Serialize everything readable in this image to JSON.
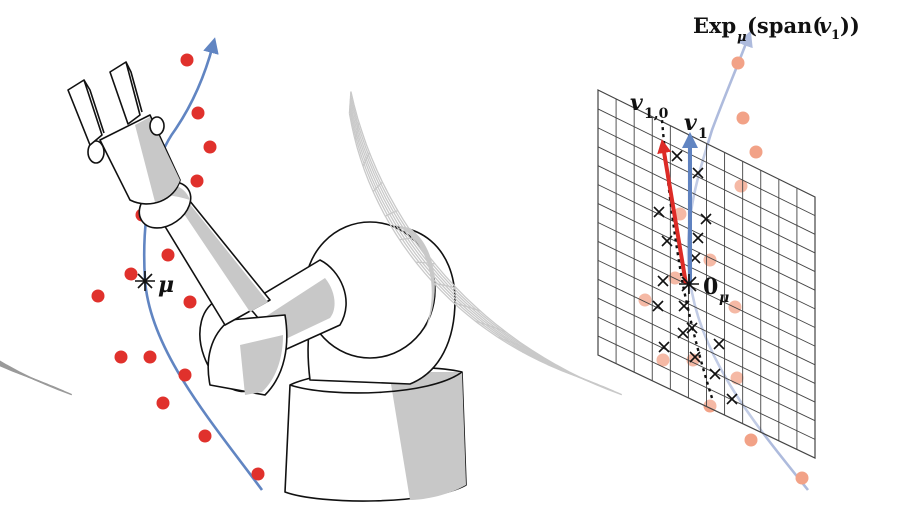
{
  "left_panel": {
    "mean_label": "μ",
    "point_color": "#e0312c",
    "geodesic_color": "#6185c2",
    "grid_color": "#9a9a9a"
  },
  "right_panel": {
    "geodesic_label": "Exp",
    "geodesic_label_sub": "μ",
    "geodesic_label_arg": "(span(",
    "geodesic_label_v": "v",
    "geodesic_label_v_sub": "1",
    "geodesic_label_close": "))",
    "v10_label": "v",
    "v10_sub": "1,0",
    "v1_label": "v",
    "v1_sub": "1",
    "origin_label": "0",
    "origin_sub": "μ",
    "point_color": "#f2a287",
    "faded_geodesic_color": "#aebbdd",
    "tangent_grid_color": "#444444",
    "red_arrow_color": "#dd2b26",
    "blue_arrow_color": "#5f82c0"
  }
}
